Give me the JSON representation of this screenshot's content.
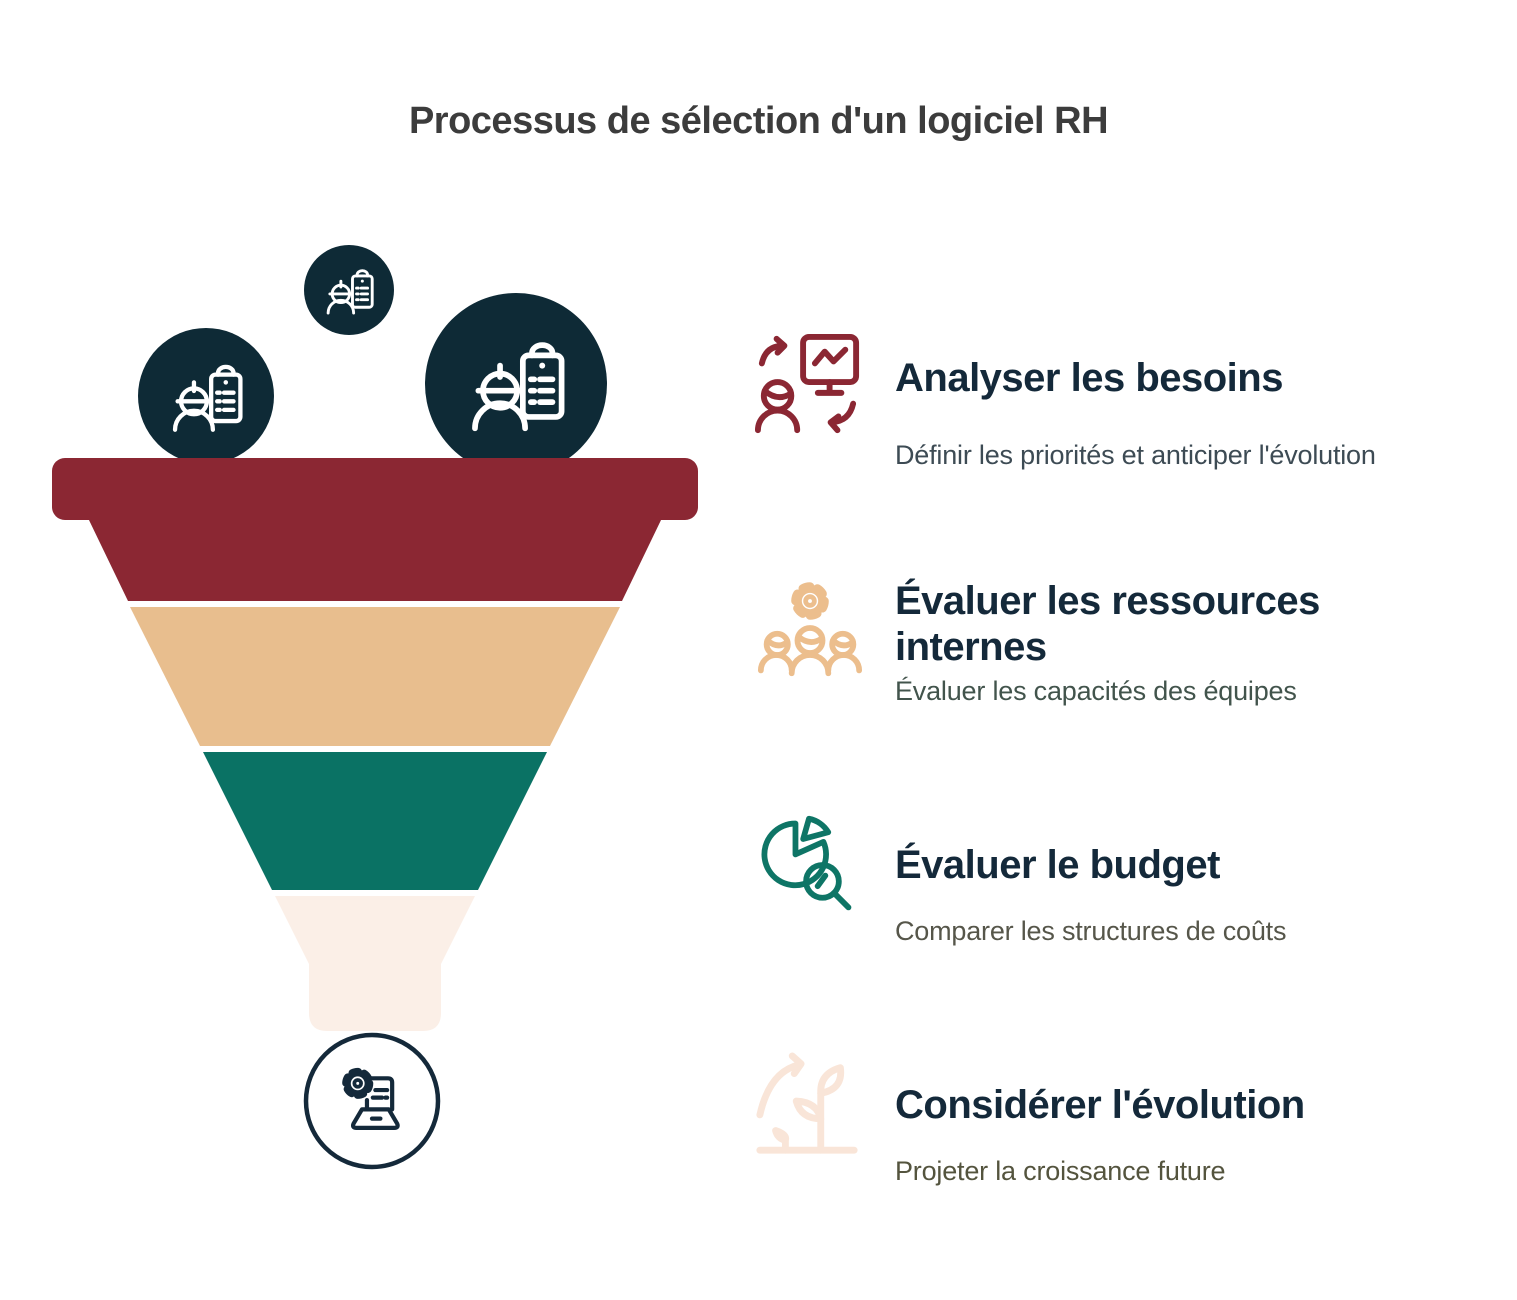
{
  "title": "Processus de sélection d'un logiciel RH",
  "colors": {
    "navy": "#0E2A36",
    "red": "#8B2733",
    "tan": "#E8BE8E",
    "teal": "#0A7264",
    "cream": "#FBEFE7",
    "heading": "#14293A",
    "title_gray": "#3C3C3C",
    "white": "#FFFFFF"
  },
  "funnel": {
    "description": "selection funnel with four stages",
    "input_icon": "person-with-checklist",
    "output_icon": "laptop-with-gear",
    "layers": [
      {
        "name": "stage-1",
        "color": "#8B2733"
      },
      {
        "name": "stage-2",
        "color": "#E8BE8E"
      },
      {
        "name": "stage-3",
        "color": "#0A7264"
      },
      {
        "name": "stage-4",
        "color": "#FBEFE7"
      }
    ]
  },
  "steps": [
    {
      "title": "Analyser les besoins",
      "subtitle": "Définir les priorités et anticiper l'évolution",
      "icon": "person-monitor-sync-icon",
      "accent": "#8B2733",
      "subtitle_color": "#3D4B54"
    },
    {
      "title": "Évaluer les ressources internes",
      "subtitle": "Évaluer les capacités des équipes",
      "icon": "gear-team-icon",
      "accent": "#ECBE8D",
      "subtitle_color": "#42544C"
    },
    {
      "title": "Évaluer le budget",
      "subtitle": "Comparer les structures de coûts",
      "icon": "pie-chart-magnifier-icon",
      "accent": "#0E7566",
      "subtitle_color": "#56564A"
    },
    {
      "title": "Considérer l'évolution",
      "subtitle": "Projeter la croissance future",
      "icon": "growth-plant-icon",
      "accent": "#F9E5D8",
      "subtitle_color": "#54543E"
    }
  ]
}
